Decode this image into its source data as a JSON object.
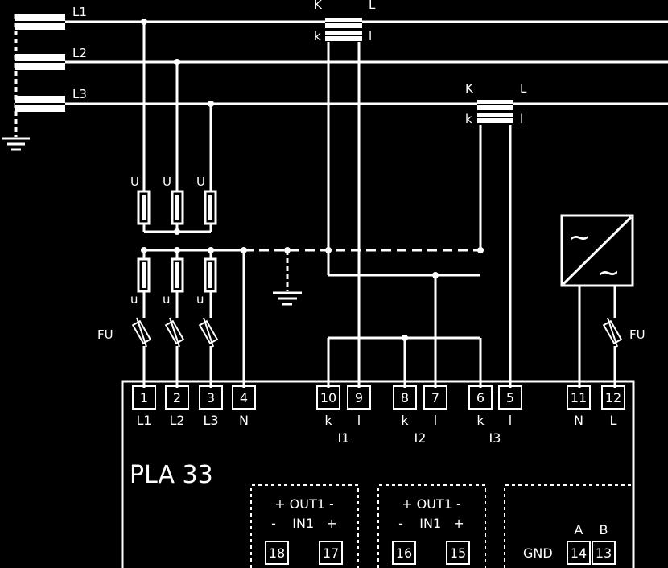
{
  "colors": {
    "background": "#000000",
    "line": "#ffffff"
  },
  "device": {
    "title": "PLA 33"
  },
  "phases": {
    "l1": "L1",
    "l2": "L2",
    "l3": "L3"
  },
  "ct_top": {
    "K": "K",
    "L": "L",
    "k": "k",
    "l": "l"
  },
  "ct_mid": {
    "K": "K",
    "L": "L",
    "k": "k",
    "l": "l"
  },
  "vt": {
    "U1": "U",
    "U2": "U",
    "U3": "U",
    "u1": "u",
    "u2": "u",
    "u3": "u"
  },
  "fuses": {
    "left": "FU",
    "right": "FU"
  },
  "terminals": {
    "t1": "1",
    "t2": "2",
    "t3": "3",
    "t4": "4",
    "t10": "10",
    "t9": "9",
    "t8": "8",
    "t7": "7",
    "t6": "6",
    "t5": "5",
    "t11": "11",
    "t12": "12",
    "t18": "18",
    "t17": "17",
    "t16": "16",
    "t15": "15",
    "t14": "14",
    "t13": "13"
  },
  "terminal_labels": {
    "l1": "L1",
    "l2": "L2",
    "l3": "L3",
    "n": "N",
    "k10": "k",
    "l9": "l",
    "k8": "k",
    "l7": "l",
    "k6": "k",
    "l5": "l",
    "n11": "N",
    "l12": "L"
  },
  "groups": {
    "i1": "I1",
    "i2": "I2",
    "i3": "I3"
  },
  "module1": {
    "out": "+ OUT1 -",
    "in": "-    IN1   +"
  },
  "module2": {
    "out": "+ OUT1 -",
    "in": "-    IN1   +"
  },
  "comm": {
    "gnd": "GND",
    "a": "A",
    "b": "B"
  },
  "converter": {
    "ac_symbol": "~",
    "dc_symbol": "~"
  }
}
